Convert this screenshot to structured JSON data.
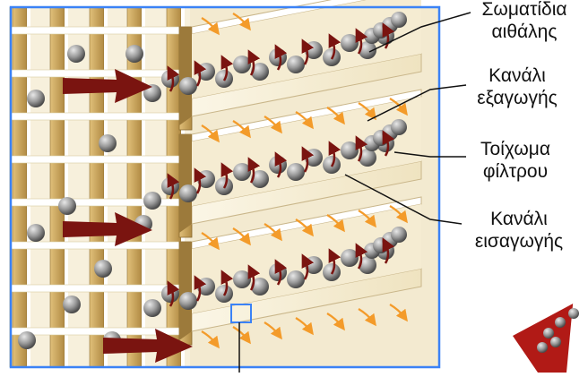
{
  "labels": {
    "soot_particles": {
      "line1": "Σωματίδια",
      "line2": "αιθάλης"
    },
    "outlet_channel": {
      "line1": "Κανάλι",
      "line2": "εξαγωγής"
    },
    "filter_wall": {
      "line1": "Τοίχωμα",
      "line2": "φίλτρου"
    },
    "inlet_channel": {
      "line1": "Κανάλι",
      "line2": "εισαγωγής"
    }
  },
  "colors": {
    "wall": "#c9a55e",
    "wall_dark": "#8a6b30",
    "channel": "#f6efd9",
    "particle": "#8c8c8c",
    "flow_arrow": "#7a1410",
    "exhaust_arrow": "#f39b2a",
    "frame": "#3b82f6"
  },
  "icons": {
    "big_arrow": "inlet-flow-arrow-icon",
    "particle": "soot-particle-icon",
    "small_arrow": "exhaust-flow-arrow-icon"
  }
}
